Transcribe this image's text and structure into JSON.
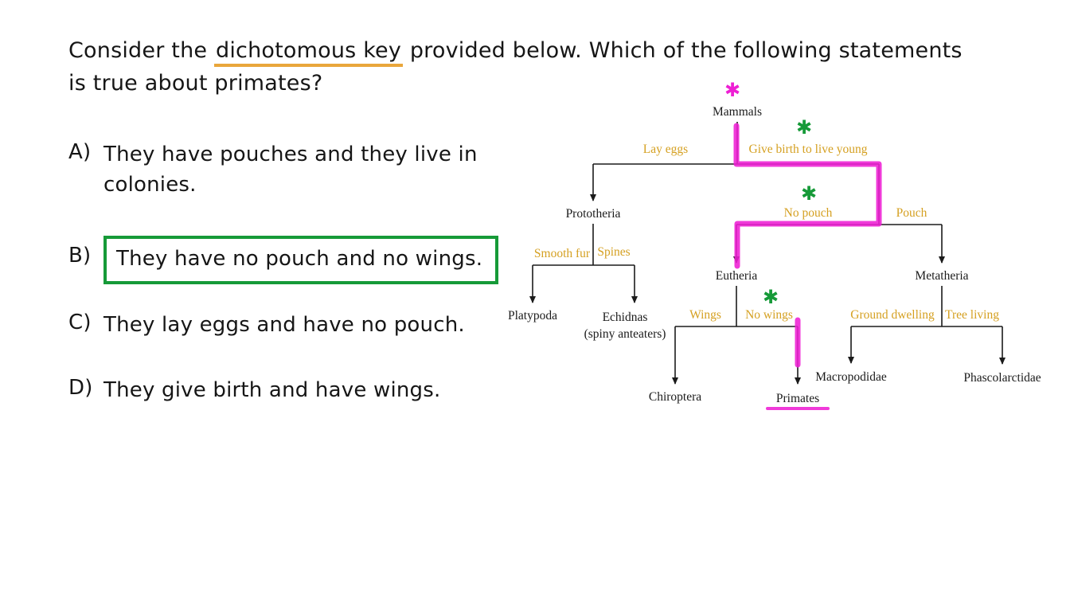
{
  "question": {
    "line1_pre": "Consider the ",
    "line1_underline": "dichotomous key",
    "line1_post": " provided below. Which of the following statements",
    "line2": "is true about primates?"
  },
  "options": [
    {
      "label": "A)",
      "text": "They have pouches and they live in colonies.",
      "highlighted": false
    },
    {
      "label": "B)",
      "text": "They have no pouch and no wings.",
      "highlighted": true
    },
    {
      "label": "C)",
      "text": "They lay eggs and have no pouch.",
      "highlighted": false
    },
    {
      "label": "D)",
      "text": "They give birth and have wings.",
      "highlighted": false
    }
  ],
  "diagram": {
    "nodes": {
      "mammals": "Mammals",
      "prototheria": "Prototheria",
      "eutheria": "Eutheria",
      "metatheria": "Metatheria",
      "platypoda": "Platypoda",
      "echidnas_line1": "Echidnas",
      "echidnas_line2": "(spiny anteaters)",
      "chiroptera": "Chiroptera",
      "primates": "Primates",
      "macropodidae": "Macropodidae",
      "phascolarctidae": "Phascolarctidae"
    },
    "branches": {
      "lay_eggs": "Lay eggs",
      "give_birth": "Give birth to live young",
      "no_pouch": "No pouch",
      "pouch": "Pouch",
      "smooth_fur": "Smooth fur",
      "spines": "Spines",
      "wings": "Wings",
      "no_wings": "No wings",
      "ground_dwelling": "Ground dwelling",
      "tree_living": "Tree living"
    },
    "marks": {
      "asterisk": "✱"
    },
    "highlighted_path": [
      "Mammals",
      "Give birth to live young",
      "No pouch",
      "Eutheria",
      "No wings",
      "Primates"
    ]
  },
  "colors": {
    "highlight_magenta": "#EE1FD4",
    "mark_green": "#169A38",
    "branch_orange": "#D5A021",
    "underline_orange": "#E9A63B",
    "answer_box_green": "#169A38",
    "text_black": "#1b1b1b"
  }
}
